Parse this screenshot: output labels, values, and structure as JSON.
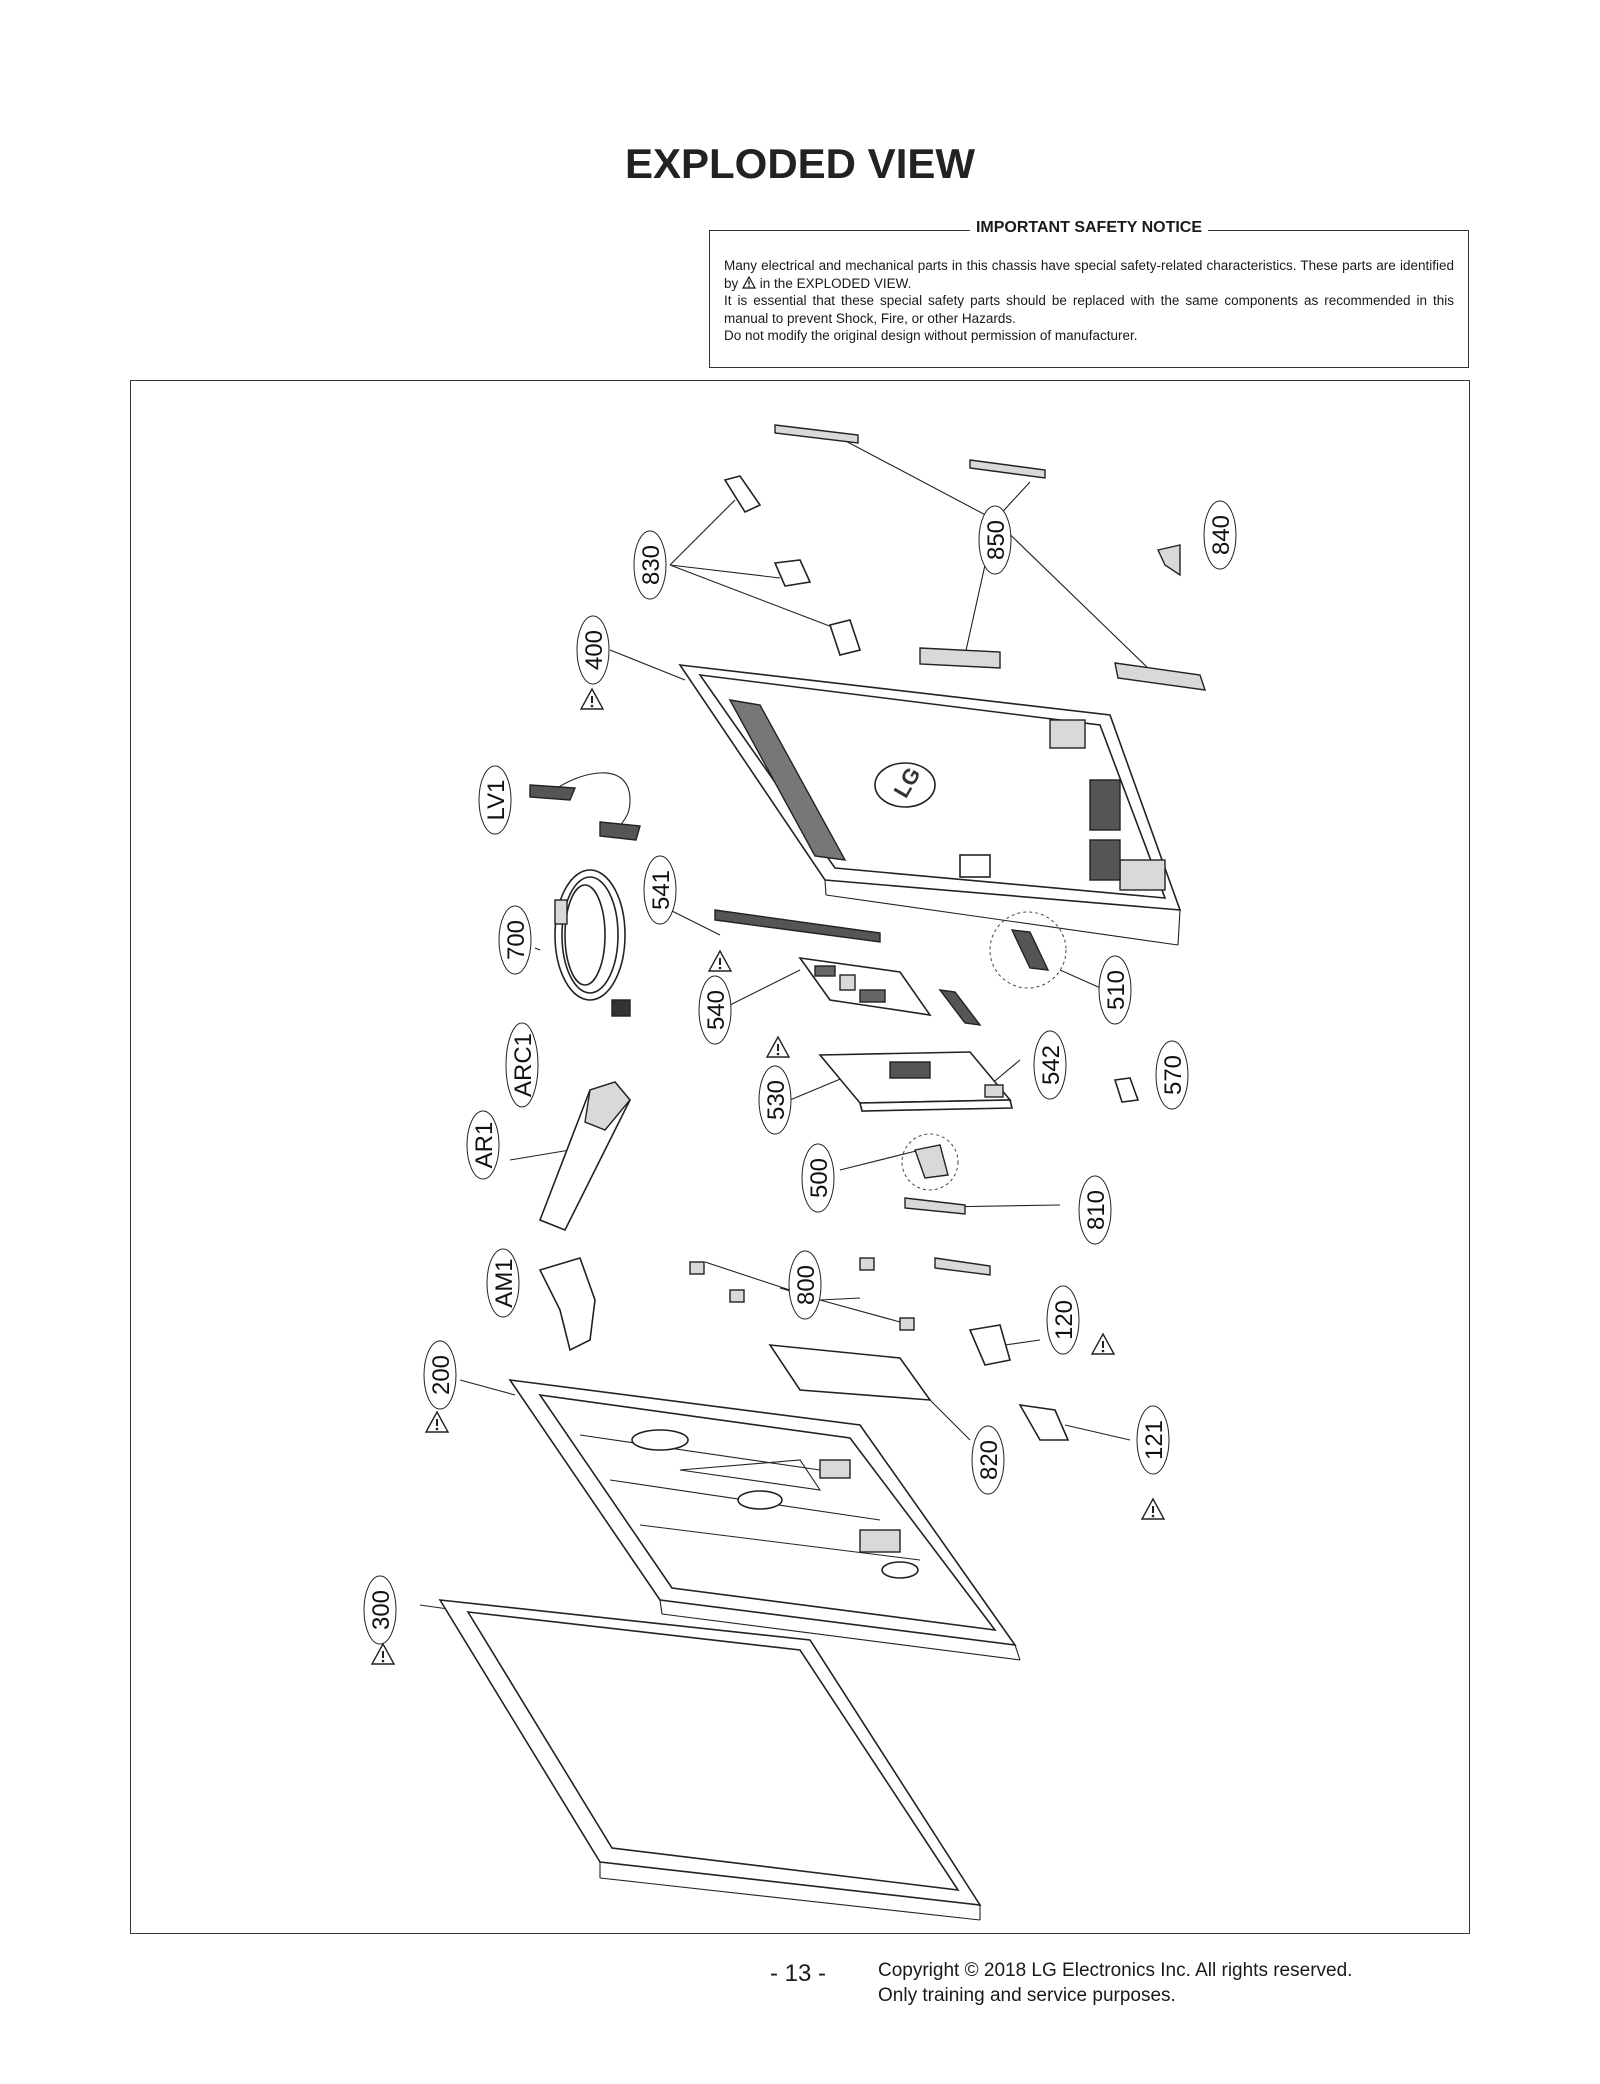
{
  "title": "EXPLODED VIEW",
  "notice": {
    "heading": "IMPORTANT SAFETY NOTICE",
    "line1": "Many electrical and mechanical parts in this chassis have special safety-related characteristics. These parts are identified by",
    "line1_tail": "in the EXPLODED VIEW.",
    "line2": "It is essential that these special safety parts should be replaced with the same components as recommended in this manual to prevent Shock, Fire, or other Hazards.",
    "line3": "Do not modify the original design without permission of manufacturer."
  },
  "labels": {
    "p830": "830",
    "p850": "850",
    "p840": "840",
    "p400": "400",
    "pLV1": "LV1",
    "p541": "541",
    "p700": "700",
    "p540": "540",
    "p510": "510",
    "p530": "530",
    "p542": "542",
    "p570": "570",
    "pARC1": "ARC1",
    "pAR1": "AR1",
    "p500": "500",
    "p810": "810",
    "pAM1": "AM1",
    "p800": "800",
    "p120": "120",
    "p200": "200",
    "p820": "820",
    "p121": "121",
    "p300": "300"
  },
  "logo_text": "LG",
  "footer": {
    "page": "- 13 -",
    "copyright": "Copyright © 2018 LG Electronics Inc. All rights reserved.",
    "purpose": "Only training and service purposes."
  }
}
